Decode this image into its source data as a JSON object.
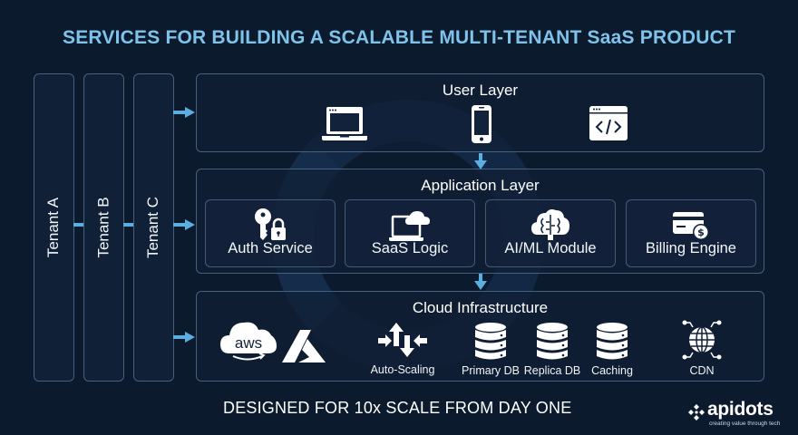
{
  "title": "SERVICES FOR BUILDING A SCALABLE MULTI-TENANT SaaS PRODUCT",
  "tenants": [
    {
      "label": "Tenant A"
    },
    {
      "label": "Tenant B"
    },
    {
      "label": "Tenant C"
    }
  ],
  "layers": {
    "user": {
      "title": "User Layer",
      "icons": [
        "laptop-icon",
        "smartphone-icon",
        "code-window-icon"
      ]
    },
    "application": {
      "title": "Application Layer",
      "cards": [
        {
          "label": "Auth Service",
          "icon": "key-lock-icon"
        },
        {
          "label": "SaaS Logic",
          "icon": "laptop-cloud-icon"
        },
        {
          "label": "AI/ML Module",
          "icon": "brain-cloud-icon"
        },
        {
          "label": "Billing Engine",
          "icon": "credit-card-dollar-icon"
        }
      ]
    },
    "cloud": {
      "title": "Cloud Infrastructure",
      "providers": [
        {
          "label": "aws",
          "icon": "aws-cloud-icon"
        },
        {
          "label": "",
          "icon": "azure-icon"
        }
      ],
      "services": [
        {
          "label": "Auto-Scaling",
          "icon": "auto-scaling-arrows-icon"
        },
        {
          "label": "Primary DB",
          "icon": "database-icon"
        },
        {
          "label": "Replica DB",
          "icon": "database-icon"
        },
        {
          "label": "Caching",
          "icon": "database-icon"
        },
        {
          "label": "CDN",
          "icon": "globe-network-icon"
        }
      ]
    }
  },
  "footer": {
    "tagline": "DESIGNED FOR 10x SCALE FROM DAY ONE"
  },
  "logo": {
    "brand": "apidots",
    "subtitle": "creating value through tech"
  },
  "colors": {
    "background": "#0c1a2e",
    "title": "#7fc3ea",
    "accent_arrow": "#5aaee0",
    "border": "#44617f"
  }
}
